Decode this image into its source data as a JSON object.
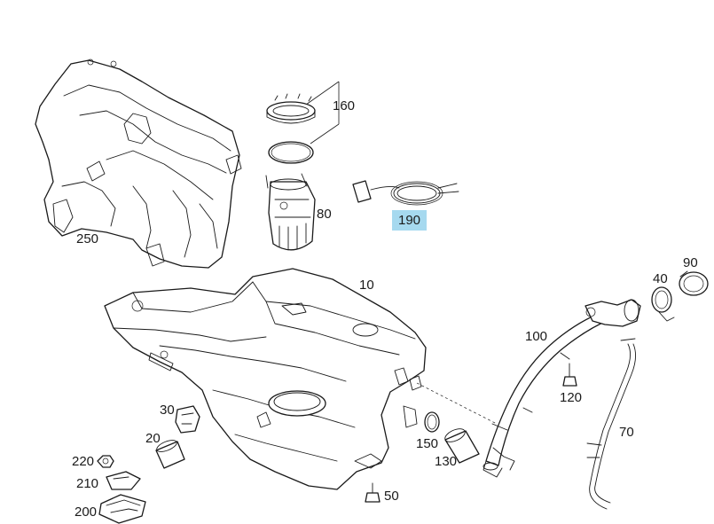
{
  "callouts": [
    {
      "id": "250",
      "text": "250"
    },
    {
      "id": "160",
      "text": "160"
    },
    {
      "id": "80",
      "text": "80"
    },
    {
      "id": "190",
      "text": "190",
      "highlighted": true
    },
    {
      "id": "10",
      "text": "10"
    },
    {
      "id": "40",
      "text": "40"
    },
    {
      "id": "90",
      "text": "90"
    },
    {
      "id": "100",
      "text": "100"
    },
    {
      "id": "120",
      "text": "120"
    },
    {
      "id": "70",
      "text": "70"
    },
    {
      "id": "30",
      "text": "30"
    },
    {
      "id": "20",
      "text": "20"
    },
    {
      "id": "150",
      "text": "150"
    },
    {
      "id": "130",
      "text": "130"
    },
    {
      "id": "220",
      "text": "220"
    },
    {
      "id": "210",
      "text": "210"
    },
    {
      "id": "200",
      "text": "200"
    },
    {
      "id": "50",
      "text": "50"
    }
  ],
  "colors": {
    "highlight": "#a6d9ef",
    "line": "#1a1a1a",
    "background": "#ffffff"
  }
}
